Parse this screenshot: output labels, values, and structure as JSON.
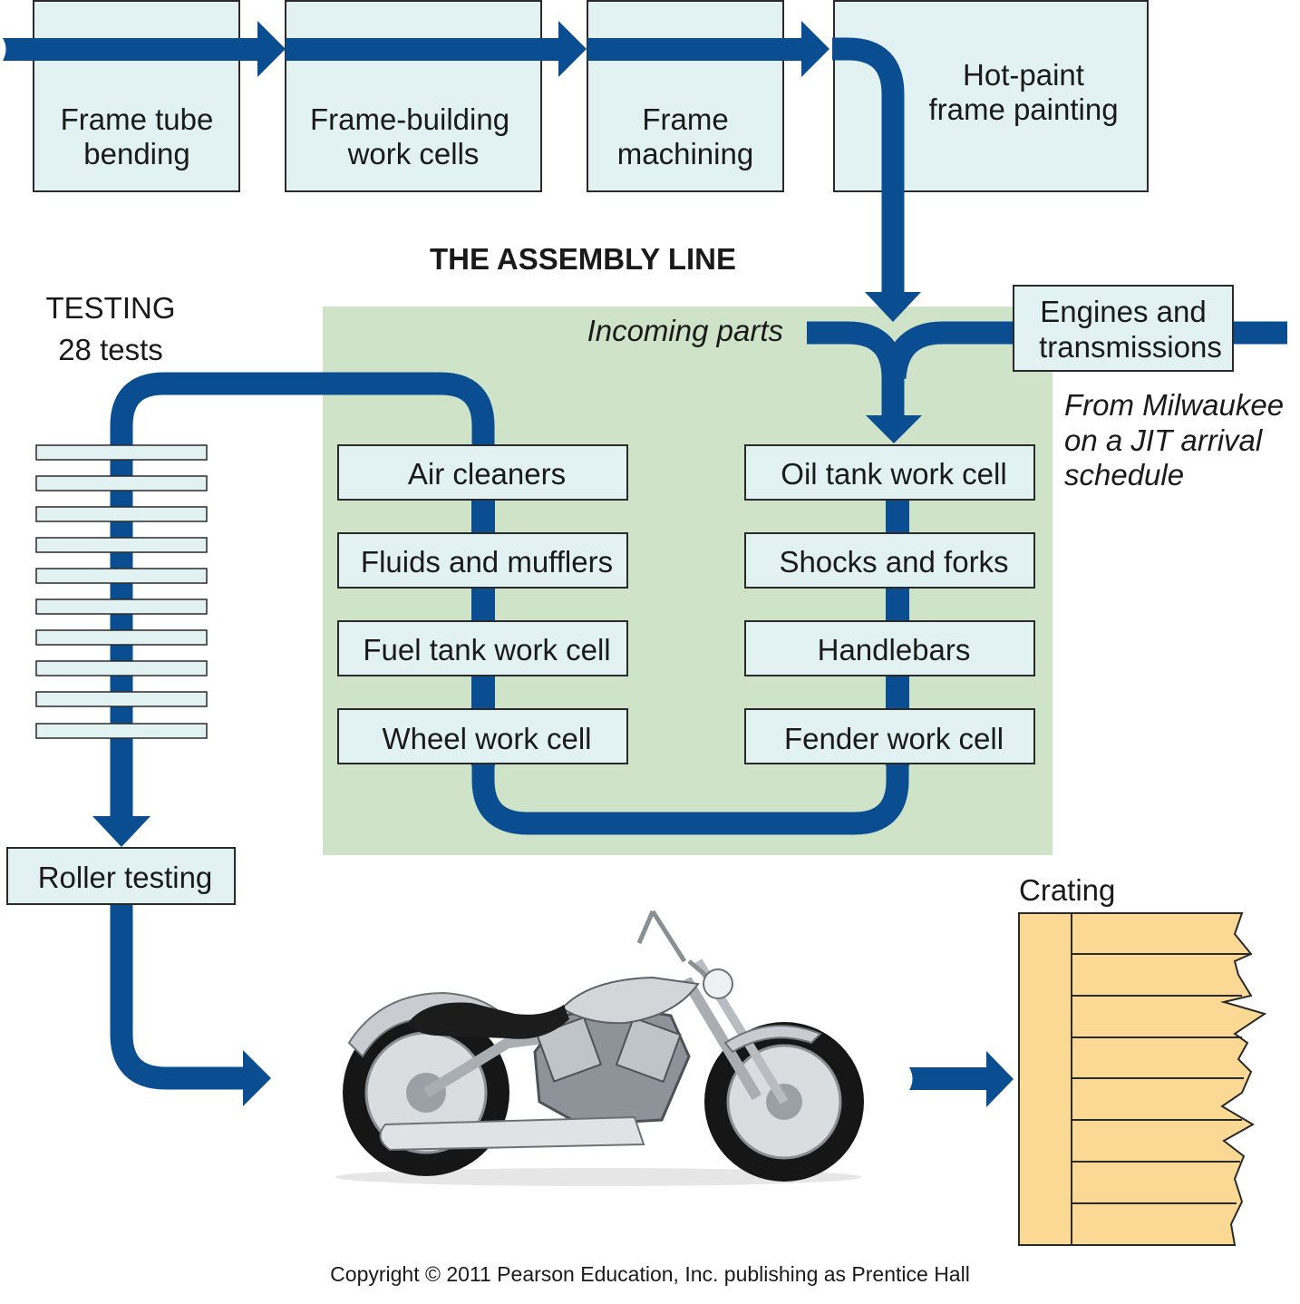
{
  "title": "THE ASSEMBLY LINE",
  "frame_stations": [
    {
      "lines": [
        "Frame tube",
        "bending"
      ]
    },
    {
      "lines": [
        "Frame-building",
        "work cells"
      ]
    },
    {
      "lines": [
        "Frame",
        "machining"
      ]
    },
    {
      "lines": [
        "Hot-paint",
        "frame painting"
      ]
    }
  ],
  "incoming": {
    "label": "Incoming parts",
    "engines_lines": [
      "Engines and",
      "transmissions"
    ],
    "source_lines": [
      "From Milwaukee",
      "on a JIT arrival",
      "schedule"
    ]
  },
  "right_cells": [
    "Oil tank work cell",
    "Shocks and forks",
    "Handlebars",
    "Fender work cell"
  ],
  "left_cells": [
    "Air cleaners",
    "Fluids and mufflers",
    "Fuel tank work cell",
    "Wheel work cell"
  ],
  "testing": {
    "title": "TESTING",
    "subtitle": "28 tests",
    "roller_label": "Roller testing"
  },
  "crating_label": "Crating",
  "copyright": "Copyright © 2011 Pearson Education, Inc. publishing as Prentice Hall",
  "colors": {
    "flow": "#0a4e91",
    "box_fill": "#e2f1f1",
    "box_stroke": "#2a2a2a",
    "assembly_bg": "#cfe3c9",
    "crate": "#fbd995"
  }
}
